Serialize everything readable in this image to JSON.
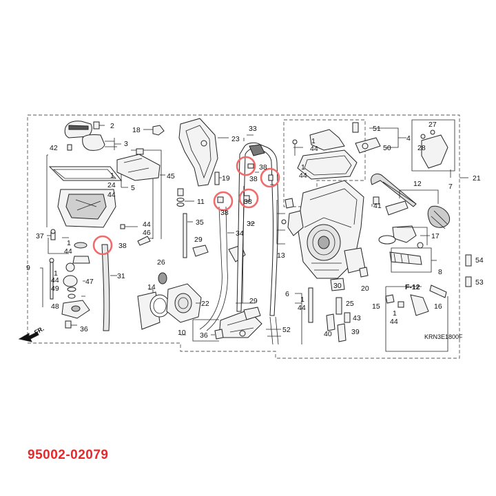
{
  "part_number": "95002-02079",
  "diagram_code": "KRN3E1800F",
  "ref_label": "F-12",
  "fr_label": "FR.",
  "highlight_label": "38",
  "highlight_color": "#f06b6b",
  "callouts": {
    "c2": "2",
    "c3": "3",
    "c42": "42",
    "c1a": "1",
    "c24": "24",
    "c44a": "44",
    "c5": "5",
    "c37": "37",
    "c1b": "1",
    "c44b": "44",
    "c38a": "38",
    "c44c": "44",
    "c46": "46",
    "c45": "45",
    "c9": "9",
    "c47": "47",
    "c49": "49",
    "c1c": "1",
    "c44d": "44",
    "c48": "48",
    "c36a": "36",
    "c31": "31",
    "c18": "18",
    "c23": "23",
    "c19": "19",
    "c11": "11",
    "c35": "35",
    "c29a": "29",
    "c26": "26",
    "c14": "14",
    "c22": "22",
    "c34": "34",
    "c10": "10",
    "c36b": "36",
    "c33": "33",
    "c38b": "38",
    "c38c": "38",
    "c38d": "38",
    "c38e": "38",
    "c32": "32",
    "c29b": "29",
    "c52": "52",
    "c51": "51",
    "c4": "4",
    "c1d": "1",
    "c44e": "44",
    "c50": "50",
    "c1e": "1",
    "c44f": "44",
    "c27": "27",
    "c28": "28",
    "c7": "7",
    "c21": "21",
    "c12": "12",
    "c41": "41",
    "c13": "13",
    "c17": "17",
    "c8": "8",
    "c54": "54",
    "c53": "53",
    "c30": "30",
    "c20": "20",
    "c6": "6",
    "c1f": "1",
    "c44g": "44",
    "c25": "25",
    "c43": "43",
    "c40": "40",
    "c39": "39",
    "c15": "15",
    "c1g": "1",
    "c44h": "44",
    "c16": "16"
  }
}
